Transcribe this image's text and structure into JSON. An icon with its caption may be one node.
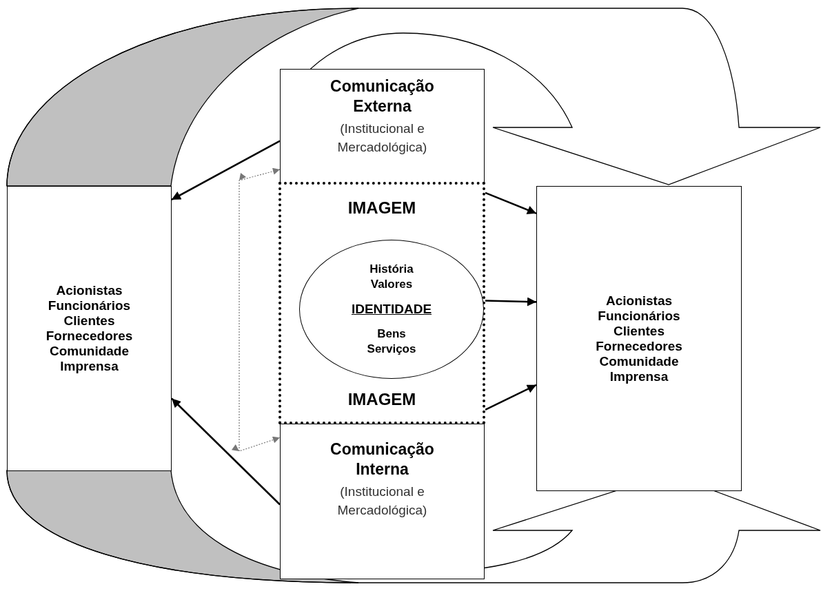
{
  "diagram": {
    "nodes": [
      {
        "text": [
          "Comunicação Externa",
          "(Institucional e Mercadológica)"
        ]
      },
      {
        "text": [
          "Acionistas Funcionários Clientes Fornecedores Comunidade Imprensa"
        ]
      },
      {
        "text": [
          "IMAGEM",
          "IMAGEM"
        ]
      },
      {
        "text": [
          "História Valores",
          "IDENTIDADE",
          "Bens Serviços"
        ],
        "in": 2
      },
      {
        "text": [
          "Acionistas Funcionários Clientes Fornecedores Comunidade Imprensa"
        ]
      },
      {
        "text": [
          "Comunicação Interna",
          "(Institucional e Mercadológica)"
        ]
      }
    ],
    "edges": [
      {
        "from": 0,
        "to": 1,
        "arrow": "to"
      },
      {
        "from": 5,
        "to": 1,
        "arrow": "to"
      },
      {
        "from": 2,
        "to": 4,
        "arrow": "to"
      },
      {
        "from": 2,
        "to": 4,
        "arrow": "to"
      },
      {
        "from": 2,
        "to": 4,
        "arrow": "to"
      },
      {
        "from": 0,
        "to": 5,
        "arrow": "both",
        "style": "dashed",
        "color": "#777777"
      }
    ]
  }
}
